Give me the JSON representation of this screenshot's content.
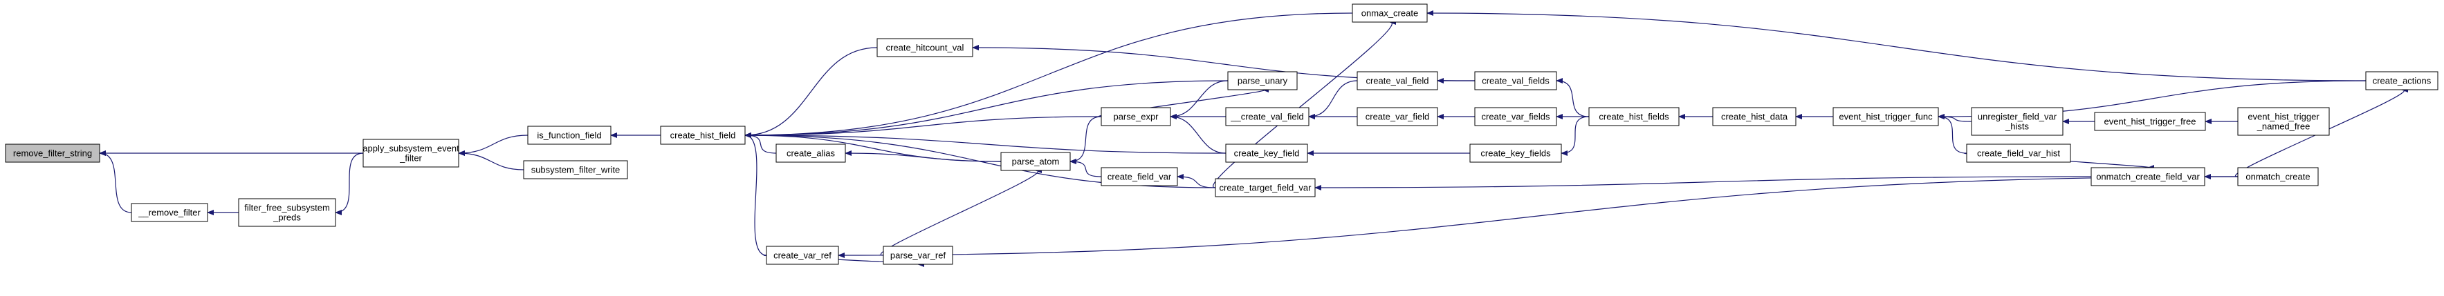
{
  "diagram": {
    "type": "call-graph",
    "edge_color": "#191970",
    "root_fill": "#bfbfbf",
    "node_fill": "#ffffff",
    "nodes": [
      {
        "id": "remove_filter_string",
        "lines": [
          "remove_filter_string"
        ],
        "root": true
      },
      {
        "id": "remove_filter",
        "lines": [
          "__remove_filter"
        ]
      },
      {
        "id": "apply_subsystem_event_filter",
        "lines": [
          "apply_subsystem_event",
          "_filter"
        ]
      },
      {
        "id": "filter_free_subsystem_preds",
        "lines": [
          "filter_free_subsystem",
          "_preds"
        ]
      },
      {
        "id": "is_function_field",
        "lines": [
          "is_function_field"
        ]
      },
      {
        "id": "subsystem_filter_write",
        "lines": [
          "subsystem_filter_write"
        ]
      },
      {
        "id": "create_hist_field",
        "lines": [
          "create_hist_field"
        ]
      },
      {
        "id": "onmax_create",
        "lines": [
          "onmax_create"
        ]
      },
      {
        "id": "create_hitcount_val",
        "lines": [
          "create_hitcount_val"
        ]
      },
      {
        "id": "parse_unary",
        "lines": [
          "parse_unary"
        ]
      },
      {
        "id": "parse_expr",
        "lines": [
          "parse_expr"
        ]
      },
      {
        "id": "create_alias",
        "lines": [
          "create_alias"
        ]
      },
      {
        "id": "parse_atom",
        "lines": [
          "parse_atom"
        ]
      },
      {
        "id": "create_field_var",
        "lines": [
          "create_field_var"
        ]
      },
      {
        "id": "create_var_ref",
        "lines": [
          "create_var_ref"
        ]
      },
      {
        "id": "parse_var_ref",
        "lines": [
          "parse_var_ref"
        ]
      },
      {
        "id": "create_val_field_u",
        "lines": [
          "__create_val_field"
        ]
      },
      {
        "id": "create_key_field",
        "lines": [
          "create_key_field"
        ]
      },
      {
        "id": "create_target_field_var",
        "lines": [
          "create_target_field_var"
        ]
      },
      {
        "id": "create_val_field",
        "lines": [
          "create_val_field"
        ]
      },
      {
        "id": "create_var_field",
        "lines": [
          "create_var_field"
        ]
      },
      {
        "id": "create_val_fields",
        "lines": [
          "create_val_fields"
        ]
      },
      {
        "id": "create_var_fields",
        "lines": [
          "create_var_fields"
        ]
      },
      {
        "id": "create_key_fields",
        "lines": [
          "create_key_fields"
        ]
      },
      {
        "id": "create_hist_fields",
        "lines": [
          "create_hist_fields"
        ]
      },
      {
        "id": "create_hist_data",
        "lines": [
          "create_hist_data"
        ]
      },
      {
        "id": "event_hist_trigger_func",
        "lines": [
          "event_hist_trigger_func"
        ]
      },
      {
        "id": "unregister_field_var_hists",
        "lines": [
          "unregister_field_var",
          "_hists"
        ]
      },
      {
        "id": "create_field_var_hist",
        "lines": [
          "create_field_var_hist"
        ]
      },
      {
        "id": "event_hist_trigger_free",
        "lines": [
          "event_hist_trigger_free"
        ]
      },
      {
        "id": "event_hist_trigger_named_free",
        "lines": [
          "event_hist_trigger",
          "_named_free"
        ]
      },
      {
        "id": "onmatch_create_field_var",
        "lines": [
          "onmatch_create_field_var"
        ]
      },
      {
        "id": "onmatch_create",
        "lines": [
          "onmatch_create"
        ]
      },
      {
        "id": "create_actions",
        "lines": [
          "create_actions"
        ]
      }
    ],
    "edges": [
      [
        "remove_filter",
        "remove_filter_string"
      ],
      [
        "apply_subsystem_event_filter",
        "remove_filter_string"
      ],
      [
        "filter_free_subsystem_preds",
        "remove_filter"
      ],
      [
        "apply_subsystem_event_filter",
        "filter_free_subsystem_preds"
      ],
      [
        "is_function_field",
        "apply_subsystem_event_filter"
      ],
      [
        "subsystem_filter_write",
        "apply_subsystem_event_filter"
      ],
      [
        "create_hist_field",
        "is_function_field"
      ],
      [
        "onmax_create",
        "create_hist_field"
      ],
      [
        "create_hitcount_val",
        "create_hist_field"
      ],
      [
        "parse_unary",
        "create_hist_field"
      ],
      [
        "parse_expr",
        "create_hist_field"
      ],
      [
        "create_alias",
        "create_hist_field"
      ],
      [
        "parse_atom",
        "create_hist_field"
      ],
      [
        "create_key_field",
        "create_hist_field"
      ],
      [
        "create_var_ref",
        "create_hist_field"
      ],
      [
        "create_target_field_var",
        "create_hist_field"
      ],
      [
        "parse_atom",
        "create_alias"
      ],
      [
        "parse_expr",
        "parse_atom"
      ],
      [
        "parse_var_ref",
        "parse_atom"
      ],
      [
        "parse_unary",
        "parse_expr"
      ],
      [
        "create_val_field_u",
        "parse_expr"
      ],
      [
        "create_key_field",
        "parse_expr"
      ],
      [
        "parse_expr",
        "parse_unary"
      ],
      [
        "create_field_var",
        "parse_atom"
      ],
      [
        "create_target_field_var",
        "create_field_var"
      ],
      [
        "create_var_ref",
        "parse_var_ref"
      ],
      [
        "create_val_field",
        "create_val_field_u"
      ],
      [
        "create_var_field",
        "create_val_field_u"
      ],
      [
        "create_val_fields",
        "create_val_field"
      ],
      [
        "create_var_fields",
        "create_var_field"
      ],
      [
        "create_val_fields",
        "create_hitcount_val"
      ],
      [
        "create_hist_fields",
        "create_val_fields"
      ],
      [
        "create_hist_fields",
        "create_var_fields"
      ],
      [
        "create_key_fields",
        "create_key_field"
      ],
      [
        "create_hist_fields",
        "create_key_fields"
      ],
      [
        "create_hist_data",
        "create_hist_fields"
      ],
      [
        "event_hist_trigger_func",
        "create_hist_data"
      ],
      [
        "create_actions",
        "onmax_create"
      ],
      [
        "create_actions",
        "event_hist_trigger_func"
      ],
      [
        "onmatch_create",
        "create_var_ref"
      ],
      [
        "onmatch_create_field_var",
        "create_target_field_var"
      ],
      [
        "onmatch_create",
        "onmatch_create_field_var"
      ],
      [
        "create_field_var_hist",
        "onmatch_create_field_var"
      ],
      [
        "create_field_var_hist",
        "event_hist_trigger_func"
      ],
      [
        "unregister_field_var_hists",
        "event_hist_trigger_func"
      ],
      [
        "event_hist_trigger_free",
        "unregister_field_var_hists"
      ],
      [
        "event_hist_trigger_named_free",
        "event_hist_trigger_free"
      ],
      [
        "onmatch_create",
        "create_actions"
      ],
      [
        "create_target_field_var",
        "onmax_create"
      ]
    ]
  }
}
